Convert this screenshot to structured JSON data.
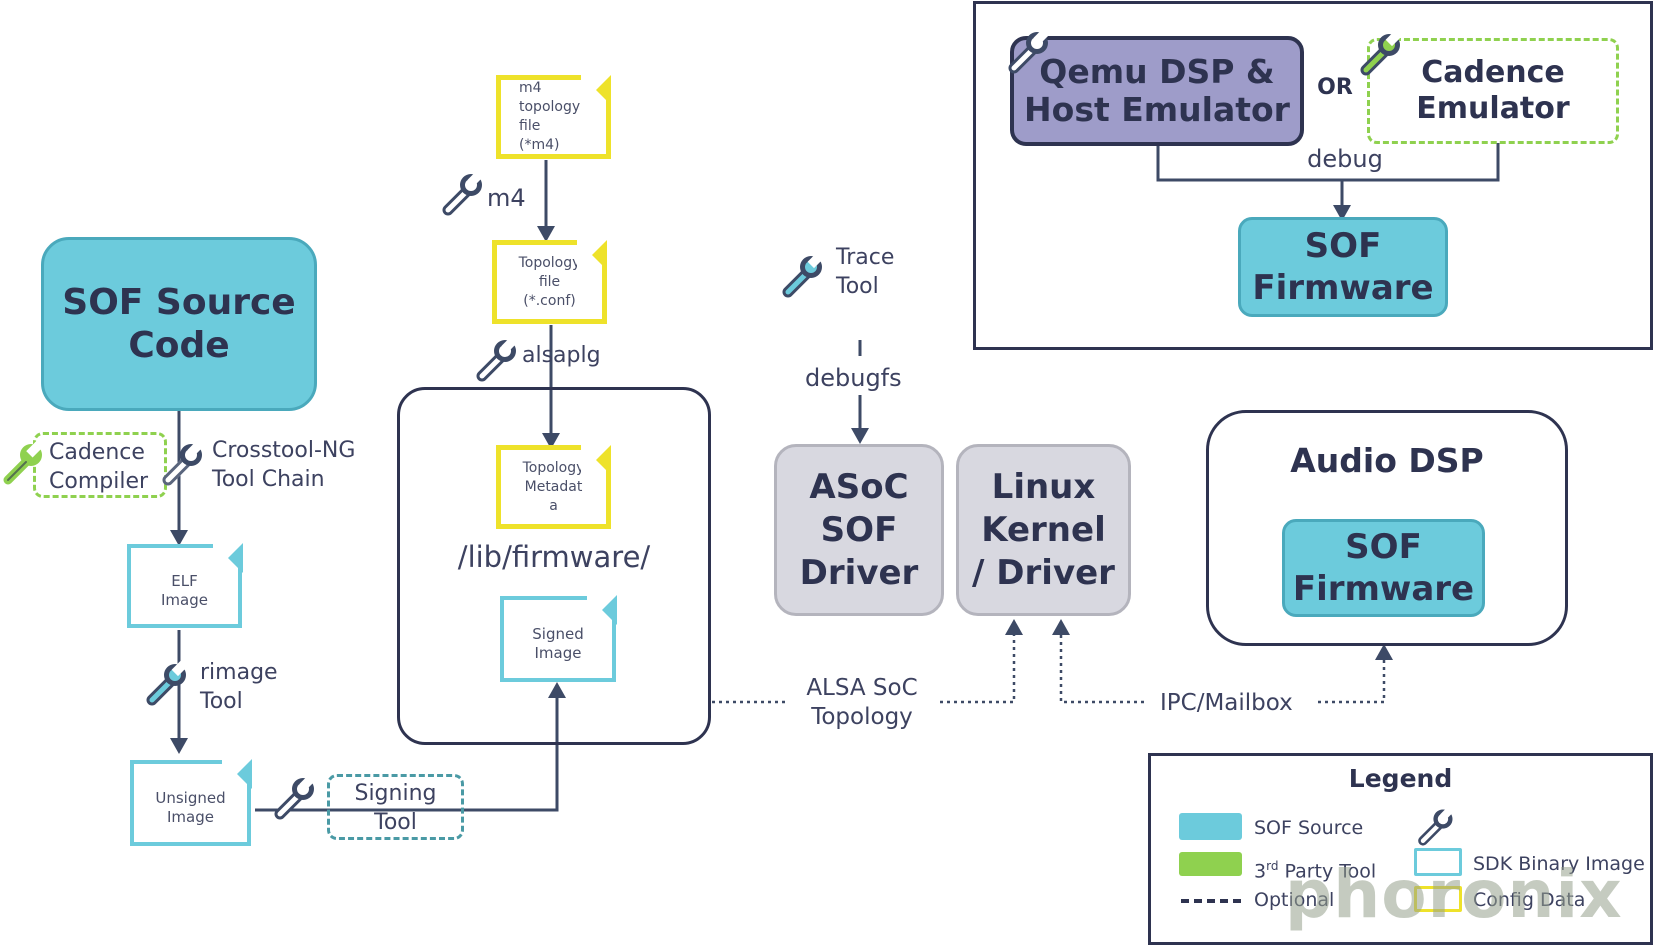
{
  "source_code": "SOF Source\nCode",
  "cadence_compiler": "Cadence\nCompiler",
  "crosstool": "Crosstool-NG\nTool Chain",
  "elf_image": "ELF\nImage",
  "rimage_tool": "rimage\nTool",
  "unsigned_image": "Unsigned\nImage",
  "signing_tool": "Signing\nTool",
  "m4_file": "m4\ntopology\nfile\n(*m4)",
  "m4_tool": "m4",
  "topology_file": "Topology\nfile\n(*.conf)",
  "alsaplg": "alsaplg",
  "topology_metadata": "Topology\nMetadat\na",
  "lib_firmware": "/lib/firmware/",
  "signed_image": "Signed\nImage",
  "trace_tool": "Trace\nTool",
  "debugfs": "debugfs",
  "asoc_driver": "ASoC\nSOF\nDriver",
  "linux_kernel": "Linux\nKernel\n/ Driver",
  "audio_dsp": "Audio DSP",
  "sof_firmware_dsp": "SOF\nFirmware",
  "alsa_soc_topology": "ALSA SoC\nTopology",
  "ipc_mailbox": "IPC/Mailbox",
  "qemu": "Qemu DSP &\nHost Emulator",
  "or_label": "OR",
  "cadence_emulator": "Cadence\nEmulator",
  "debug": "debug",
  "sof_firmware_emu": "SOF\nFirmware",
  "legend": {
    "title": "Legend",
    "sof_source": "SOF Source",
    "third_party_pre": "3",
    "third_party_sup": "rd",
    "third_party_post": " Party Tool",
    "optional": "Optional",
    "sdk_binary": "SDK Binary Image",
    "config_data": "Config Data"
  },
  "watermark": "phoronix",
  "colors": {
    "teal": "#6ccbdc",
    "green": "#8fd14f",
    "yellow": "#eee22a",
    "navy": "#2e3350",
    "gray": "#d8d8e0",
    "purple": "#9e9cc9"
  }
}
